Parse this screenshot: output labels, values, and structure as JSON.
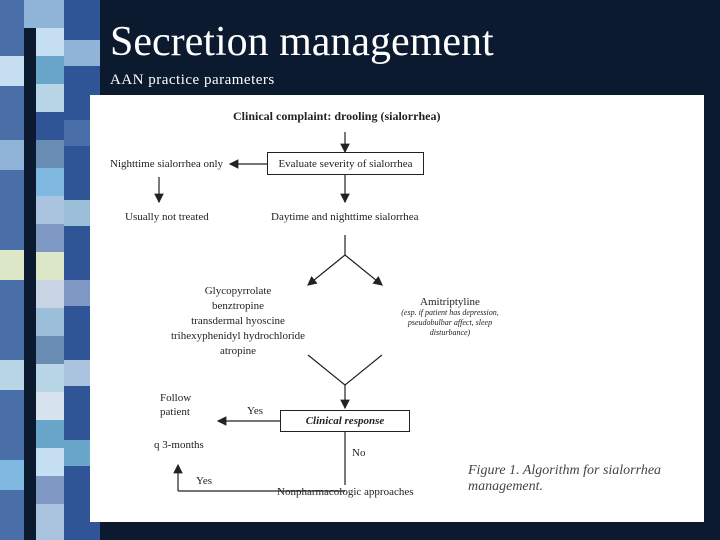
{
  "slide": {
    "title": "Secretion management",
    "subtitle": "AAN practice parameters"
  },
  "diagram": {
    "header": "Clinical complaint: drooling (sialorrhea)",
    "nighttime_only": "Nighttime sialorrhea only",
    "evaluate_box": "Evaluate severity of sialorrhea",
    "usually_not_treated": "Usually not treated",
    "day_and_night": "Daytime and nighttime sialorrhea",
    "drugs": [
      "Glycopyrrolate",
      "benztropine",
      "transdermal hyoscine",
      "trihexyphenidyl hydrochloride",
      "atropine"
    ],
    "amitriptyline": "Amitriptyline",
    "amitriptyline_note": [
      "(esp. if patient has depression,",
      "pseudobulbar affect, sleep",
      "disturbance)"
    ],
    "clinical_response_box": "Clinical response",
    "follow_patient": [
      "Follow",
      "patient"
    ],
    "q3_months": "q 3-months",
    "yes_upper": "Yes",
    "yes_lower": "Yes",
    "no": "No",
    "nonpharm": "Nonpharmacologic approaches",
    "figure_caption": [
      "Figure 1. Algorithm for sialorrhea",
      "management."
    ]
  }
}
